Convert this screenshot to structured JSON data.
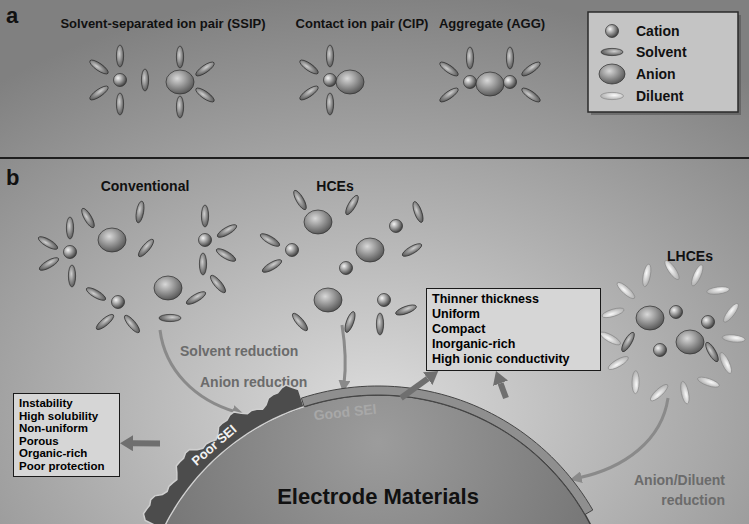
{
  "diagram": {
    "nodes": [
      {
        "text": [
          "Thinner thickness",
          "Uniform",
          "Compact",
          "Inorganic-rich",
          "High ionic conductivity"
        ]
      },
      {
        "text": [
          "Instability",
          "High solubility",
          "Non-uniform",
          "Porous",
          "Organic-rich",
          "Poor protection"
        ]
      },
      {
        "text": [
          "Poor SEI"
        ]
      },
      {
        "text": [
          "Good SEI"
        ]
      },
      {
        "text": [
          "Electrode Materials"
        ]
      }
    ],
    "edges": [
      {
        "from": 2,
        "to": 1,
        "arrow": "to"
      },
      {
        "from": 3,
        "to": 0,
        "arrow": "to"
      },
      {
        "from": 3,
        "to": 0,
        "arrow": "to"
      }
    ],
    "labels": [
      "a",
      "Solvent-separated ion pair (SSIP)",
      "Contact ion pair (CIP)",
      "Aggregate (AGG)",
      "b",
      "Conventional",
      "HCEs",
      "LHCEs",
      "Solvent reduction",
      "Anion reduction",
      "Anion/Diluent reduction"
    ],
    "legend": [
      {
        "text": "Cation"
      },
      {
        "text": "Solvent"
      },
      {
        "text": "Anion"
      },
      {
        "text": "Diluent"
      }
    ]
  }
}
